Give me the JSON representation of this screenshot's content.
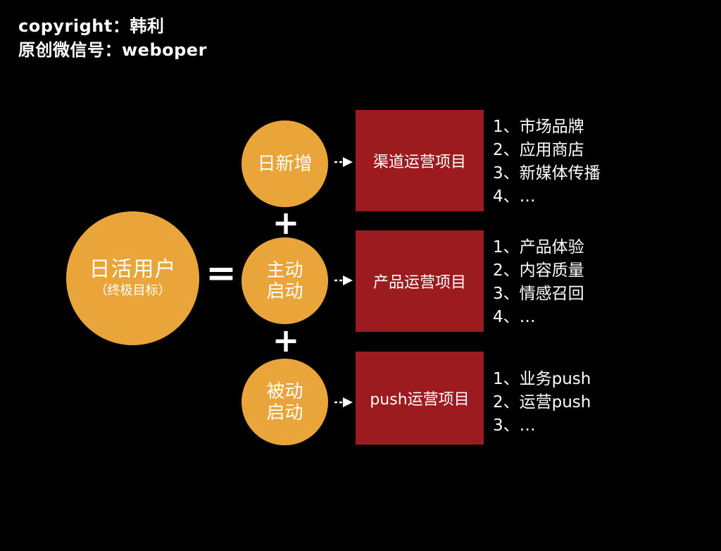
{
  "copyright": {
    "line1": "copyright：韩利",
    "line2": "原创微信号：weboper"
  },
  "main_circle": {
    "title": "日活用户",
    "subtitle": "（终极目标）"
  },
  "equals": "=",
  "plus": "+",
  "rows": [
    {
      "circle_lines": [
        "日新增"
      ],
      "box": "渠道运营项目",
      "items": [
        "1、市场品牌",
        "2、应用商店",
        "3、新媒体传播",
        "4、…"
      ]
    },
    {
      "circle_lines": [
        "主动",
        "启动"
      ],
      "box": "产品运营项目",
      "items": [
        "1、产品体验",
        "2、内容质量",
        "3、情感召回",
        "4、…"
      ]
    },
    {
      "circle_lines": [
        "被动",
        "启动"
      ],
      "box": "push运营项目",
      "items": [
        "1、业务push",
        "2、运营push",
        "3、…"
      ]
    }
  ],
  "colors": {
    "background": "#000000",
    "circle": "#e9a53a",
    "box": "#9b1b1f",
    "text": "#ffffff"
  },
  "icons": {
    "arrow": "arrow-right-icon"
  }
}
